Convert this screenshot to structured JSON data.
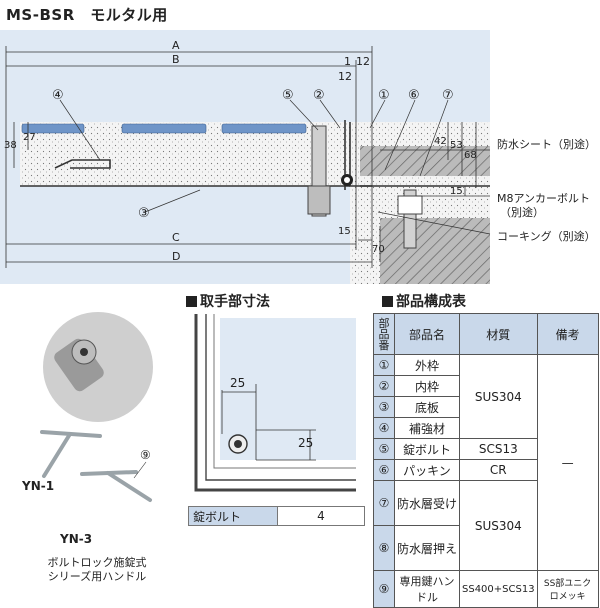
{
  "title": "MS-BSR　モルタル用",
  "dims_top": {
    "A": "A",
    "B": "B",
    "d1": "1",
    "d12a": "12",
    "d12b": "12",
    "d38": "38",
    "d27": "27",
    "d42": "42",
    "d53": "53",
    "d68": "68",
    "d15a": "15",
    "d15b": "15",
    "d70": "70",
    "C": "C",
    "D": "D"
  },
  "callouts": [
    "①",
    "②",
    "③",
    "④",
    "⑤",
    "⑥",
    "⑦"
  ],
  "notes": {
    "waterproof": "防水シート（別途）",
    "anchor1": "M8アンカーボルト",
    "anchor2": "（別途）",
    "caulking": "コーキング（別途）"
  },
  "handle": {
    "section": "取手部寸法",
    "d25a": "25",
    "d25b": "25",
    "key_label": "錠ボルト",
    "key_value": "4"
  },
  "key_photo": {
    "yn1": "YN-1",
    "yn3": "YN-3",
    "num": "⑨",
    "caption1": "ボルトロック施錠式",
    "caption2": "シリーズ用ハンドル"
  },
  "parts": {
    "section": "部品構成表",
    "headers": [
      "部品番",
      "部品名",
      "材質",
      "備考"
    ],
    "rows": [
      {
        "num": "①",
        "name": "外枠"
      },
      {
        "num": "②",
        "name": "内枠"
      },
      {
        "num": "③",
        "name": "底板"
      },
      {
        "num": "④",
        "name": "補強材"
      },
      {
        "num": "⑤",
        "name": "錠ボルト",
        "mat": "SCS13"
      },
      {
        "num": "⑥",
        "name": "パッキン",
        "mat": "CR"
      },
      {
        "num": "⑦",
        "name": "防水層受け"
      },
      {
        "num": "⑧",
        "name": "防水層押え"
      },
      {
        "num": "⑨",
        "name": "専用鍵ハンドル",
        "mat": "SS400+SCS13",
        "note": "SS部ユニクロメッキ"
      }
    ],
    "mat_group1": "SUS304",
    "mat_group2": "SUS304",
    "note_dash": "—"
  }
}
